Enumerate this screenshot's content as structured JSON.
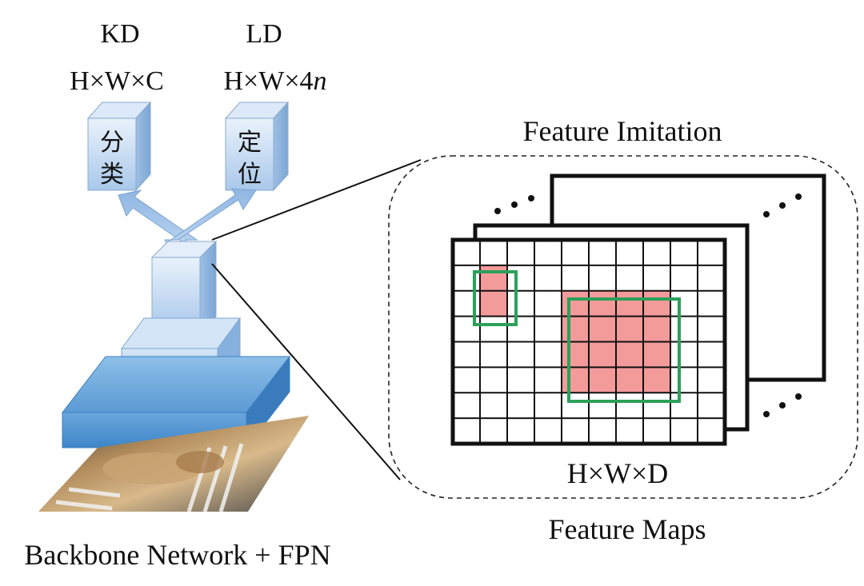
{
  "labels": {
    "kd_title": "KD",
    "kd_dims": "H×W×C",
    "ld_title": "LD",
    "ld_dims_prefix": "H×W×4",
    "ld_dims_var": "n",
    "cls_char1": "分",
    "cls_char2": "类",
    "loc_char1": "定",
    "loc_char2": "位",
    "feature_imitation": "Feature Imitation",
    "grid_dims": "H×W×D",
    "feature_maps": "Feature Maps",
    "backbone": "Backbone Network + FPN"
  },
  "colors": {
    "box_light": "#cfe1f5",
    "box_mid": "#a9c8ea",
    "pyramid_dark": "#4f93d0",
    "highlight_fill": "#f39a9a",
    "highlight_stroke": "#2ca05a",
    "ink": "#111111"
  },
  "grid": {
    "rows": 8,
    "cols": 10
  }
}
